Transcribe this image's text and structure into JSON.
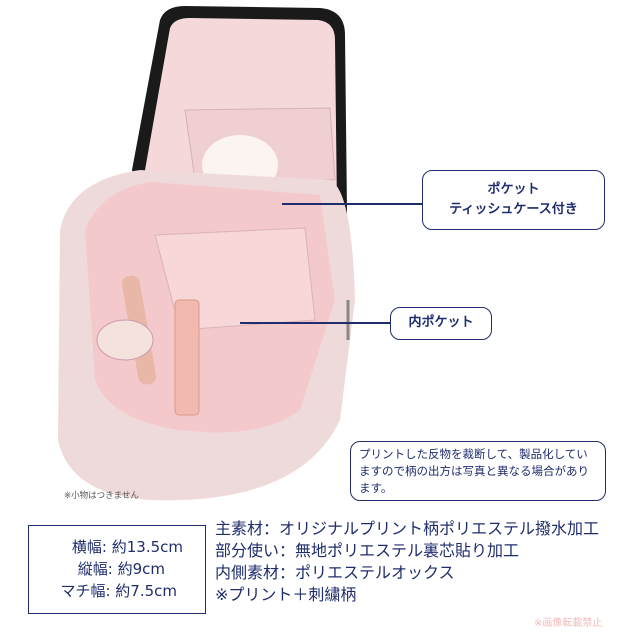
{
  "callouts": {
    "pocket_tissue": [
      "ポケット",
      "ティッシュケース付き"
    ],
    "inner_pocket": "内ポケット"
  },
  "note": "プリントした反物を裁断して、製品化していますので柄の出方は写真と異なる場合があります。",
  "accessories_note": "※小物はつきません",
  "dimensions": [
    {
      "label": "横幅",
      "value": "約13.5cm"
    },
    {
      "label": "縦幅",
      "value": "約9cm"
    },
    {
      "label": "マチ幅",
      "value": "約7.5cm"
    }
  ],
  "materials": [
    "主素材：オリジナルプリント柄ポリエステル撥水加工",
    "部分使い：無地ポリエステル裏芯貼り加工",
    "内側素材：ポリエステルオックス",
    "※プリント＋刺繍柄"
  ],
  "copyright": "※画像転載禁止",
  "colors": {
    "navy": "#1f2d6c",
    "pouch_pink": "#f2d7d6",
    "lid_black": "#1a1a1a",
    "watermark": "#f4b8b8"
  }
}
